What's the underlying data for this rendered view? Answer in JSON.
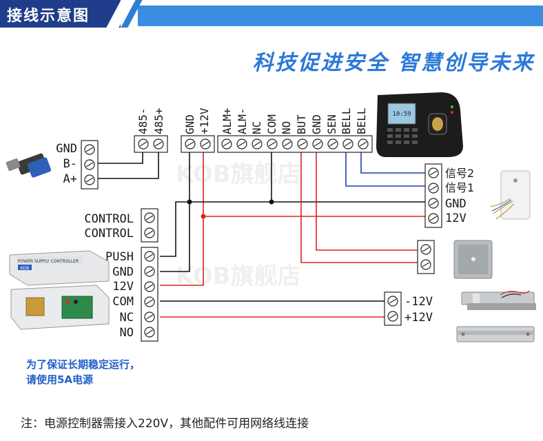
{
  "header": {
    "title": "接线示意图"
  },
  "slogan": "科技促进安全  智慧创导未来",
  "watermark": "KOB旗舰店",
  "controller": {
    "rs485_labels": [
      "485-",
      "485+"
    ],
    "power_labels": [
      "GND",
      "+12V"
    ],
    "io_labels": [
      "ALM+",
      "ALM-",
      "NC",
      "COM",
      "NO",
      "BUT",
      "GND",
      "SEN",
      "BELL",
      "BELL"
    ],
    "keypad_screen": "10:59"
  },
  "converter": {
    "labels": [
      "GND",
      "B-",
      "A+"
    ]
  },
  "control_block": {
    "labels": [
      "CONTROL",
      "CONTROL"
    ]
  },
  "power_supply": {
    "labels": [
      "PUSH",
      "GND",
      "12V",
      "COM",
      "NC",
      "NO"
    ],
    "brand": "KOB",
    "panel_text": "POWER SUPPLY CONTROLLER"
  },
  "doorbell": {
    "labels": [
      "信号2",
      "信号1",
      "GND",
      "12V"
    ]
  },
  "lock": {
    "labels": [
      "-12V",
      "+12V"
    ]
  },
  "notes": {
    "blue_line1": "为了保证长期稳定运行，",
    "blue_line2": "请使用5A电源",
    "bottom": "注：电源控制器需接入220V，其他配件可用网络线连接"
  },
  "colors": {
    "header_dark": "#1f3d8a",
    "header_light": "#3a8de0",
    "slogan": "#2b78d8",
    "wire_red": "#e02020",
    "wire_blue": "#1a3fb0",
    "wire_black": "#111111"
  }
}
